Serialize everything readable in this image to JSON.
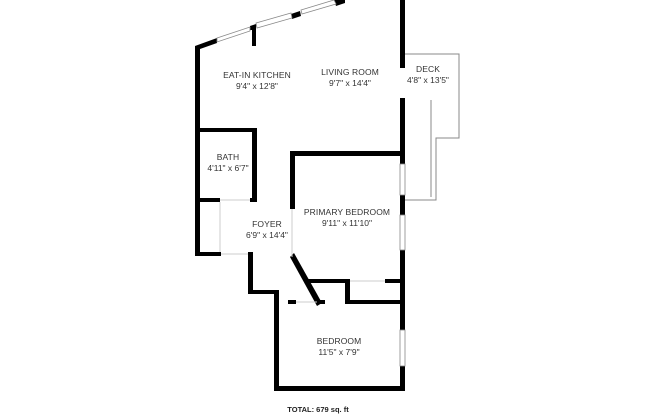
{
  "plan": {
    "rooms": [
      {
        "name": "EAT-IN KITCHEN",
        "dims": "9'4\" x 12'8\""
      },
      {
        "name": "LIVING ROOM",
        "dims": "9'7\" x 14'4\""
      },
      {
        "name": "DECK",
        "dims": "4'8\" x 13'5\""
      },
      {
        "name": "BATH",
        "dims": "4'11\" x 6'7\""
      },
      {
        "name": "FOYER",
        "dims": "6'9\" x 14'4\""
      },
      {
        "name": "PRIMARY BEDROOM",
        "dims": "9'11\" x 11'10\""
      },
      {
        "name": "BEDROOM",
        "dims": "11'5\" x 7'9\""
      }
    ],
    "total": "TOTAL: 679 sq. ft",
    "colors": {
      "wall": "#000000",
      "window": "#ffffff",
      "window_stroke": "#888888",
      "deck_outline": "#888888"
    }
  }
}
